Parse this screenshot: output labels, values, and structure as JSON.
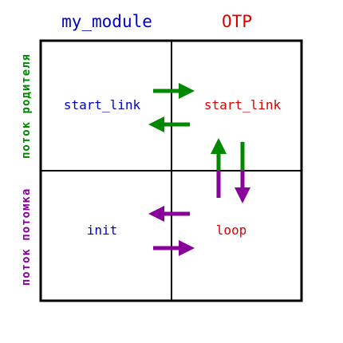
{
  "headers": {
    "left": "my_module",
    "right": "OTP"
  },
  "side_labels": {
    "top": "поток родителя",
    "bottom": "поток потомка"
  },
  "cells": {
    "top_left": "start_link",
    "top_right": "start_link",
    "bottom_left": "init",
    "bottom_right": "loop"
  },
  "colors": {
    "blue": "#0000cc",
    "red": "#dd0000",
    "green": "#008800",
    "purple": "#880099",
    "line": "#000000"
  }
}
